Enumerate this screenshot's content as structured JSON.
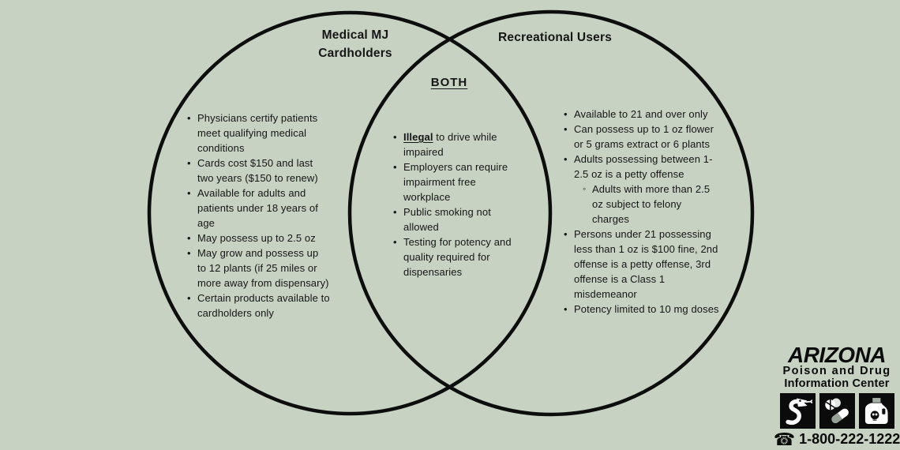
{
  "colors": {
    "background": "#c7d2c2",
    "line": "#0d0d0d",
    "text": "#161616",
    "tile": "#0b0b0b"
  },
  "venn": {
    "left": {
      "title": "Medical MJ Cardholders",
      "items": [
        {
          "text": "Physicians certify patients meet qualifying medical conditions"
        },
        {
          "text": "Cards cost $150 and last two years ($150 to renew)"
        },
        {
          "text": "Available for adults and patients under 18 years of age"
        },
        {
          "text": "May possess up to 2.5 oz"
        },
        {
          "text": "May grow and possess up to 12 plants (if 25 miles or more away from dispensary)"
        },
        {
          "text": "Certain products available to cardholders only"
        }
      ]
    },
    "both": {
      "title": "BOTH",
      "items": [
        {
          "lead": "Illegal",
          "text": " to drive while impaired"
        },
        {
          "text": "Employers can require impairment free workplace"
        },
        {
          "text": "Public smoking not allowed"
        },
        {
          "text": "Testing for potency and quality required for dispensaries"
        }
      ]
    },
    "right": {
      "title": "Recreational Users",
      "items": [
        {
          "text": "Available to 21 and over only"
        },
        {
          "text": "Can possess up to 1 oz flower or 5 grams extract or 6 plants"
        },
        {
          "text": "Adults possessing between 1-2.5 oz is a petty offense"
        },
        {
          "text": "Adults with more than 2.5 oz subject to felony charges",
          "sub": true
        },
        {
          "text": "Persons under 21 possessing less than 1 oz is $100 fine, 2nd offense is a petty offense, 3rd offense is a Class 1 misdemeanor"
        },
        {
          "text": "Potency limited to 10 mg doses"
        }
      ]
    }
  },
  "logo": {
    "state": "ARIZONA",
    "subtitle_line1": "Poison and Drug",
    "subtitle_line2": "Information Center",
    "icons": [
      "snake-icon",
      "pills-icon",
      "poison-bottle-icon"
    ],
    "phone": "1-800-222-1222"
  }
}
